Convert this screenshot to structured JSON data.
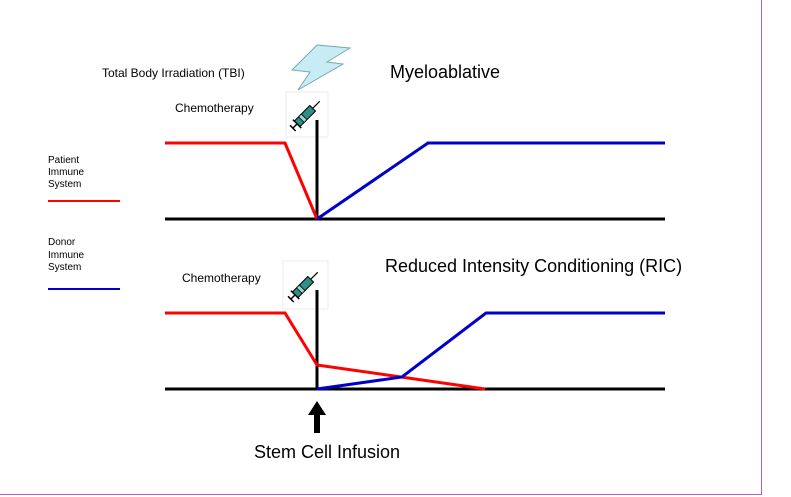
{
  "top": {
    "tbi_label": "Total Body Irradiation (TBI)",
    "chemo_label": "Chemotherapy",
    "title": "Myeloablative"
  },
  "bottom": {
    "chemo_label": "Chemotherapy",
    "title": "Reduced Intensity Conditioning (RIC)"
  },
  "legend": {
    "patient": {
      "line1": "Patient",
      "line2": "Immune",
      "line3": "System",
      "color": "#ff0000"
    },
    "donor": {
      "line1": "Donor",
      "line2": "Immune",
      "line3": "System",
      "color": "#0000cc"
    }
  },
  "footer": {
    "infusion_label": "Stem Cell Infusion"
  },
  "colors": {
    "patient": "#ff0000",
    "donor": "#0000cc",
    "frame": "#b35fb3"
  }
}
